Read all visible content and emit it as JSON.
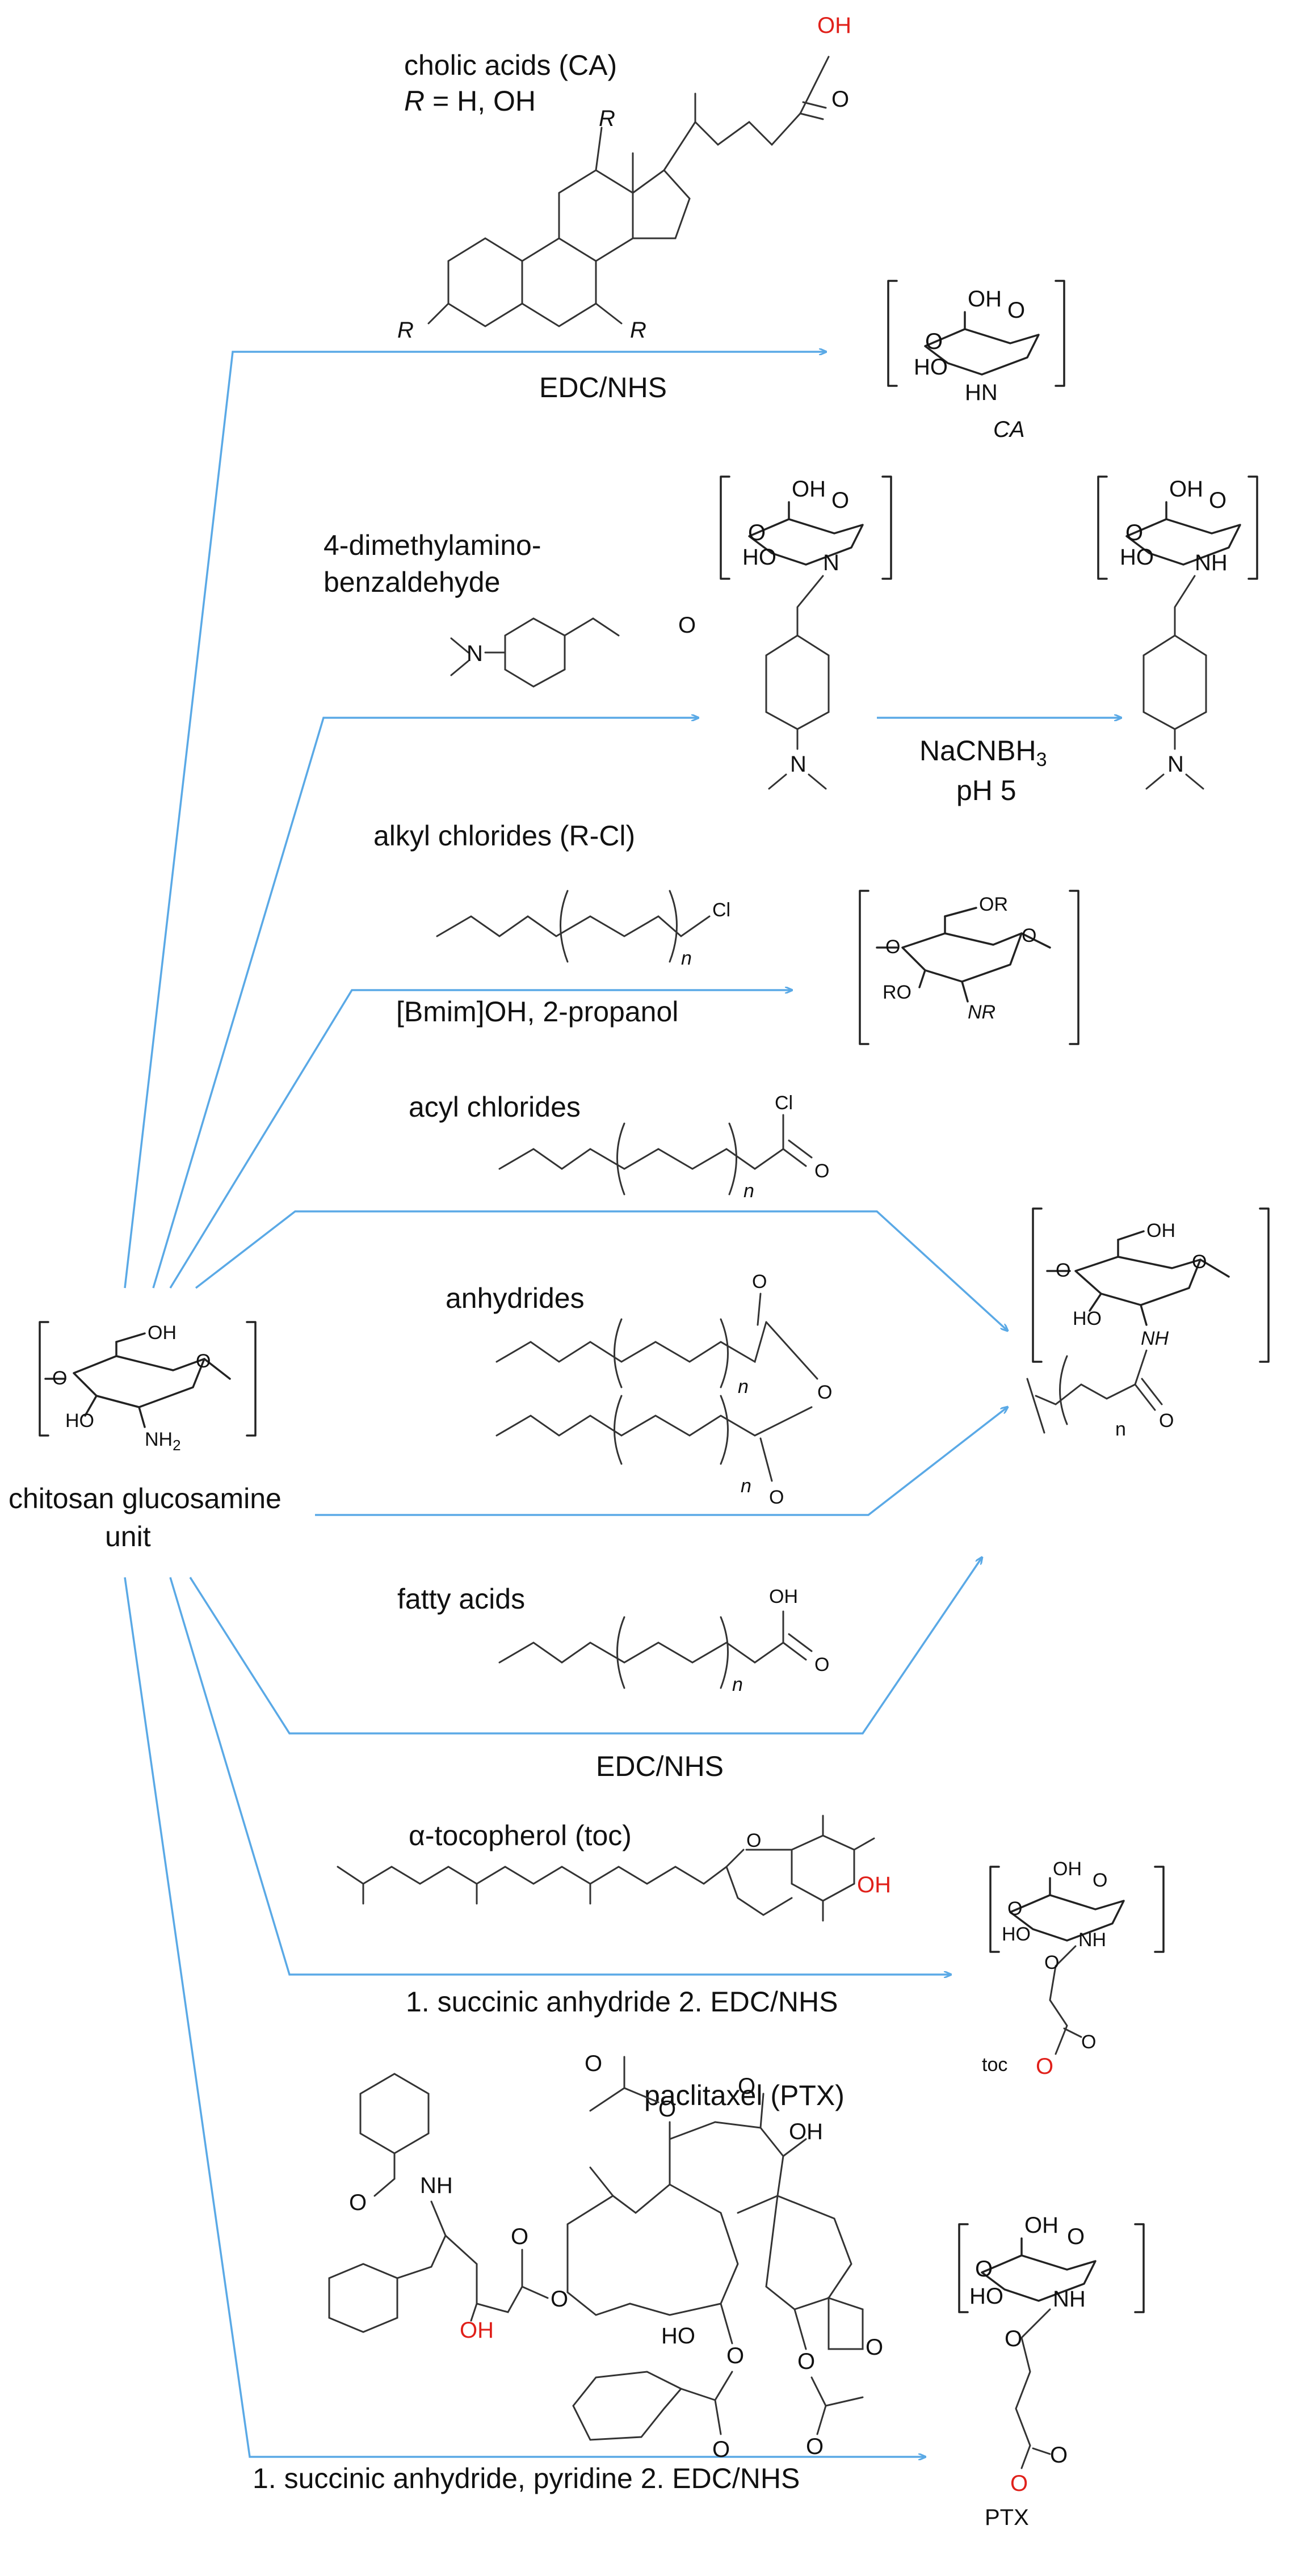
{
  "labels": {
    "cholic_title": "cholic acids (CA)",
    "cholic_r": "R = H, OH",
    "edc_nhs_1": "EDC/NHS",
    "dmab_title_1": "4-dimethylamino-",
    "dmab_title_2": "benzaldehyde",
    "nacnbh3": "NaCNBH3",
    "ph5": "pH 5",
    "alkyl_title": "alkyl chlorides (R-Cl)",
    "bmim": "[Bmim]OH, 2-propanol",
    "acyl_title": "acyl chlorides",
    "anhydrides_title": "anhydrides",
    "chitosan_1": "chitosan glucosamine",
    "chitosan_2": "unit",
    "fatty_title": "fatty acids",
    "edc_nhs_2": "EDC/NHS",
    "toc_title": "α-tocopherol (toc)",
    "toc_step": "1. succinic anhydride 2. EDC/NHS",
    "ptx_title": "paclitaxel (PTX)",
    "ptx_step": "1. succinic anhydride, pyridine  2. EDC/NHS"
  },
  "atoms": {
    "oh": "OH",
    "o": "O",
    "r": "R",
    "ho": "HO",
    "hn": "HN",
    "nh": "NH",
    "n": "N",
    "ca": "CA",
    "cl": "Cl",
    "n_sub": "n",
    "or": "OR",
    "ro": "RO",
    "nr": "NR",
    "nh2": "NH2",
    "toc": "toc",
    "ptx": "PTX"
  },
  "colors": {
    "arrow": "#5aa9e6",
    "highlight": "#e0201a"
  }
}
